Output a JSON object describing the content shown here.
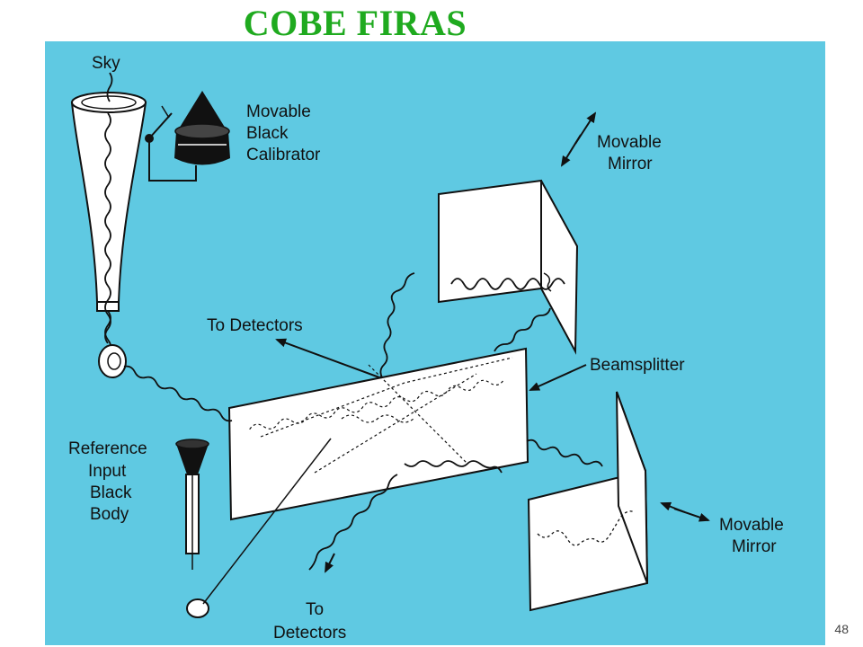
{
  "slide": {
    "title": "COBE FIRAS",
    "page_number": "48"
  },
  "diagram": {
    "labels": {
      "sky": "Sky",
      "calibrator": [
        "Movable",
        "Black",
        "Calibrator"
      ],
      "mirror_top": [
        "Movable",
        "Mirror"
      ],
      "to_detectors_top": "To Detectors",
      "beamsplitter": "Beamsplitter",
      "reference": [
        "Reference",
        "Input",
        "Black",
        "Body"
      ],
      "mirror_bottom": [
        "Movable",
        "Mirror"
      ],
      "to_detectors_bottom": [
        "To",
        "Detectors"
      ]
    },
    "colors": {
      "background": "#5fc9e2",
      "title": "#1faa1f",
      "lines": "#111111",
      "panels": "#ffffff"
    }
  }
}
